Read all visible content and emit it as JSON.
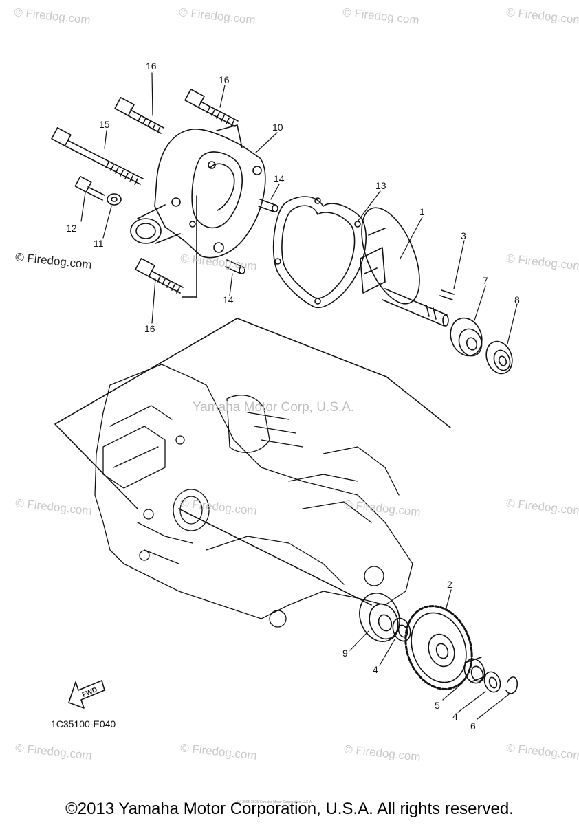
{
  "watermark": {
    "firedog": "© Firedog.com",
    "center": "Yamaha Motor Corp, U.S.A."
  },
  "callouts": [
    {
      "id": "c16a",
      "label": "16"
    },
    {
      "id": "c16b",
      "label": "16"
    },
    {
      "id": "c15",
      "label": "15"
    },
    {
      "id": "c10",
      "label": "10"
    },
    {
      "id": "c14a",
      "label": "14"
    },
    {
      "id": "c13",
      "label": "13"
    },
    {
      "id": "c12",
      "label": "12"
    },
    {
      "id": "c11",
      "label": "11"
    },
    {
      "id": "c1",
      "label": "1"
    },
    {
      "id": "c3",
      "label": "3"
    },
    {
      "id": "c7",
      "label": "7"
    },
    {
      "id": "c8",
      "label": "8"
    },
    {
      "id": "c14b",
      "label": "14"
    },
    {
      "id": "c16c",
      "label": "16"
    },
    {
      "id": "c2",
      "label": "2"
    },
    {
      "id": "c9",
      "label": "9"
    },
    {
      "id": "c4a",
      "label": "4"
    },
    {
      "id": "c5",
      "label": "5"
    },
    {
      "id": "c4b",
      "label": "4"
    },
    {
      "id": "c6",
      "label": "6"
    }
  ],
  "fwd_label": "FWD",
  "diagram_code": "1C35100-E040",
  "fine_print": "(c) 2005-2015 Yamaha Motor Corporation, U.S.A.",
  "copyright": "©2013 Yamaha Motor Corporation, U.S.A. All rights reserved."
}
